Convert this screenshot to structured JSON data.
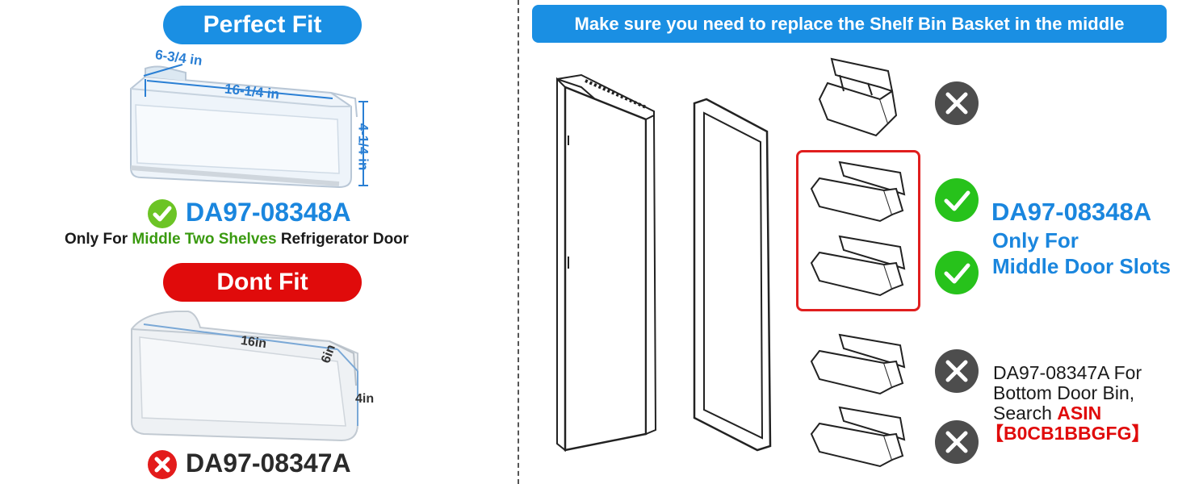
{
  "left": {
    "perfect_fit_label": "Perfect Fit",
    "dims_fit": {
      "depth": "6-3/4 in",
      "width": "16-1/4 in",
      "height": "4-1/4 in"
    },
    "fit_part_number": "DA97-08348A",
    "fit_note": {
      "prefix": "Only For ",
      "highlight": "Middle Two Shelves",
      "suffix": " Refrigerator Door"
    },
    "dont_fit_label": "Dont Fit",
    "dims_nofit": {
      "width": "16in",
      "depth": "6in",
      "height": "4in"
    },
    "nofit_part_number": "DA97-08347A"
  },
  "right": {
    "banner": "Make sure you need to replace the Shelf Bin Basket in the middle",
    "middle_part_number": "DA97-08348A",
    "middle_line1": "Only For",
    "middle_line2": "Middle Door Slots",
    "bottom_note_line1": "DA97-08347A For",
    "bottom_note_line2": "Bottom Door Bin,",
    "bottom_note_search": "Search ",
    "bottom_note_asin_label": "ASIN",
    "bottom_note_asin": "【B0CB1BBGFG】"
  },
  "colors": {
    "accent_blue": "#1a8fe3",
    "red": "#e00b0b",
    "green": "#3a9a10",
    "cross_gray": "#4d4d4d",
    "check_green": "#27c21b"
  },
  "icons": [
    "check-circle-icon",
    "cross-circle-icon"
  ]
}
